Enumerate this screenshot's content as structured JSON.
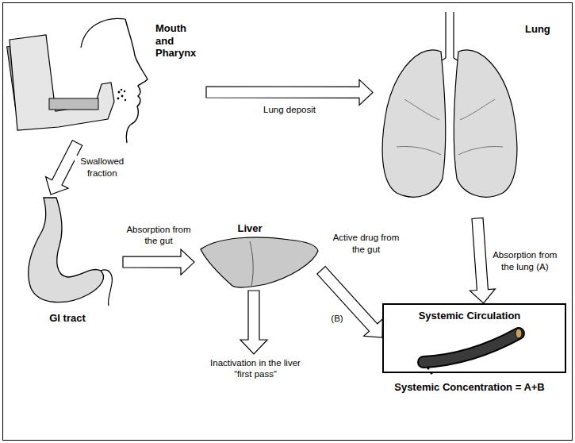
{
  "diagram": {
    "nodes": [
      {
        "text": [
          "Mouth and Pharynx"
        ]
      },
      {
        "text": [
          "Lung"
        ]
      },
      {
        "text": [
          "GI tract"
        ]
      },
      {
        "text": [
          "Liver"
        ]
      },
      {
        "text": [
          "Systemic Circulation",
          "Systemic Concentration = A+B"
        ]
      }
    ],
    "edges": [
      {
        "from": 0,
        "to": 1,
        "label": "Lung deposit",
        "arrow": "to"
      },
      {
        "from": 0,
        "to": 2,
        "label": "Swallowed fraction",
        "arrow": "to"
      },
      {
        "from": 2,
        "to": 3,
        "label": "Absorption from the gut",
        "arrow": "to"
      },
      {
        "from": 1,
        "to": 4,
        "label": "Absorption from the lung (A)",
        "arrow": "to"
      },
      {
        "from": 3,
        "to": 4,
        "label": "Active drug from the gut",
        "arrow": "to"
      }
    ],
    "labels": [
      "(B)",
      "Inactivation in the liver “first pass”"
    ]
  }
}
